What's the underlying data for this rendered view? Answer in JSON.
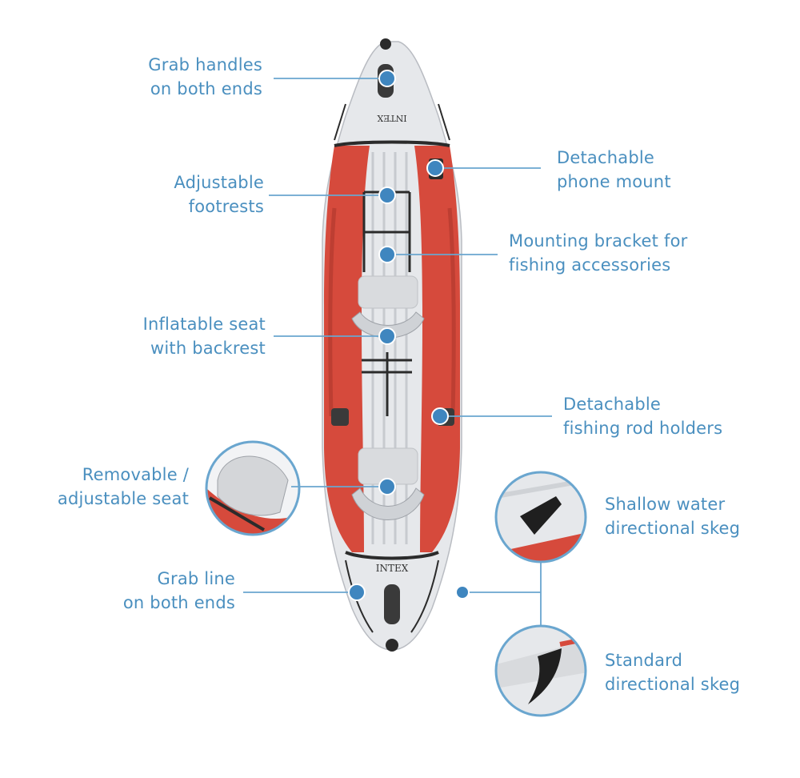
{
  "brand": {
    "text": "INTEX",
    "mirrored_text": "INTEX"
  },
  "colors": {
    "label": "#4a8fbf",
    "line": "#6aa6cf",
    "dot": "#3f86bf",
    "hull_red": "#d64a3c",
    "hull_grey": "#e6e8eb",
    "dark": "#2b2b2b"
  },
  "labels": {
    "grab_handles": [
      "Grab handles",
      "on both ends"
    ],
    "adjustable_footrests": [
      "Adjustable",
      "footrests"
    ],
    "inflatable_seat": [
      "Inflatable seat",
      "with backrest"
    ],
    "removable_seat": [
      "Removable /",
      "adjustable seat"
    ],
    "grab_line": [
      "Grab line",
      "on both ends"
    ],
    "phone_mount": [
      "Detachable",
      "phone mount"
    ],
    "mounting_bracket": [
      "Mounting bracket for",
      "fishing accessories"
    ],
    "rod_holders": [
      "Detachable",
      "fishing rod holders"
    ],
    "shallow_skeg": [
      "Shallow water",
      "directional skeg"
    ],
    "standard_skeg": [
      "Standard",
      "directional skeg"
    ]
  }
}
